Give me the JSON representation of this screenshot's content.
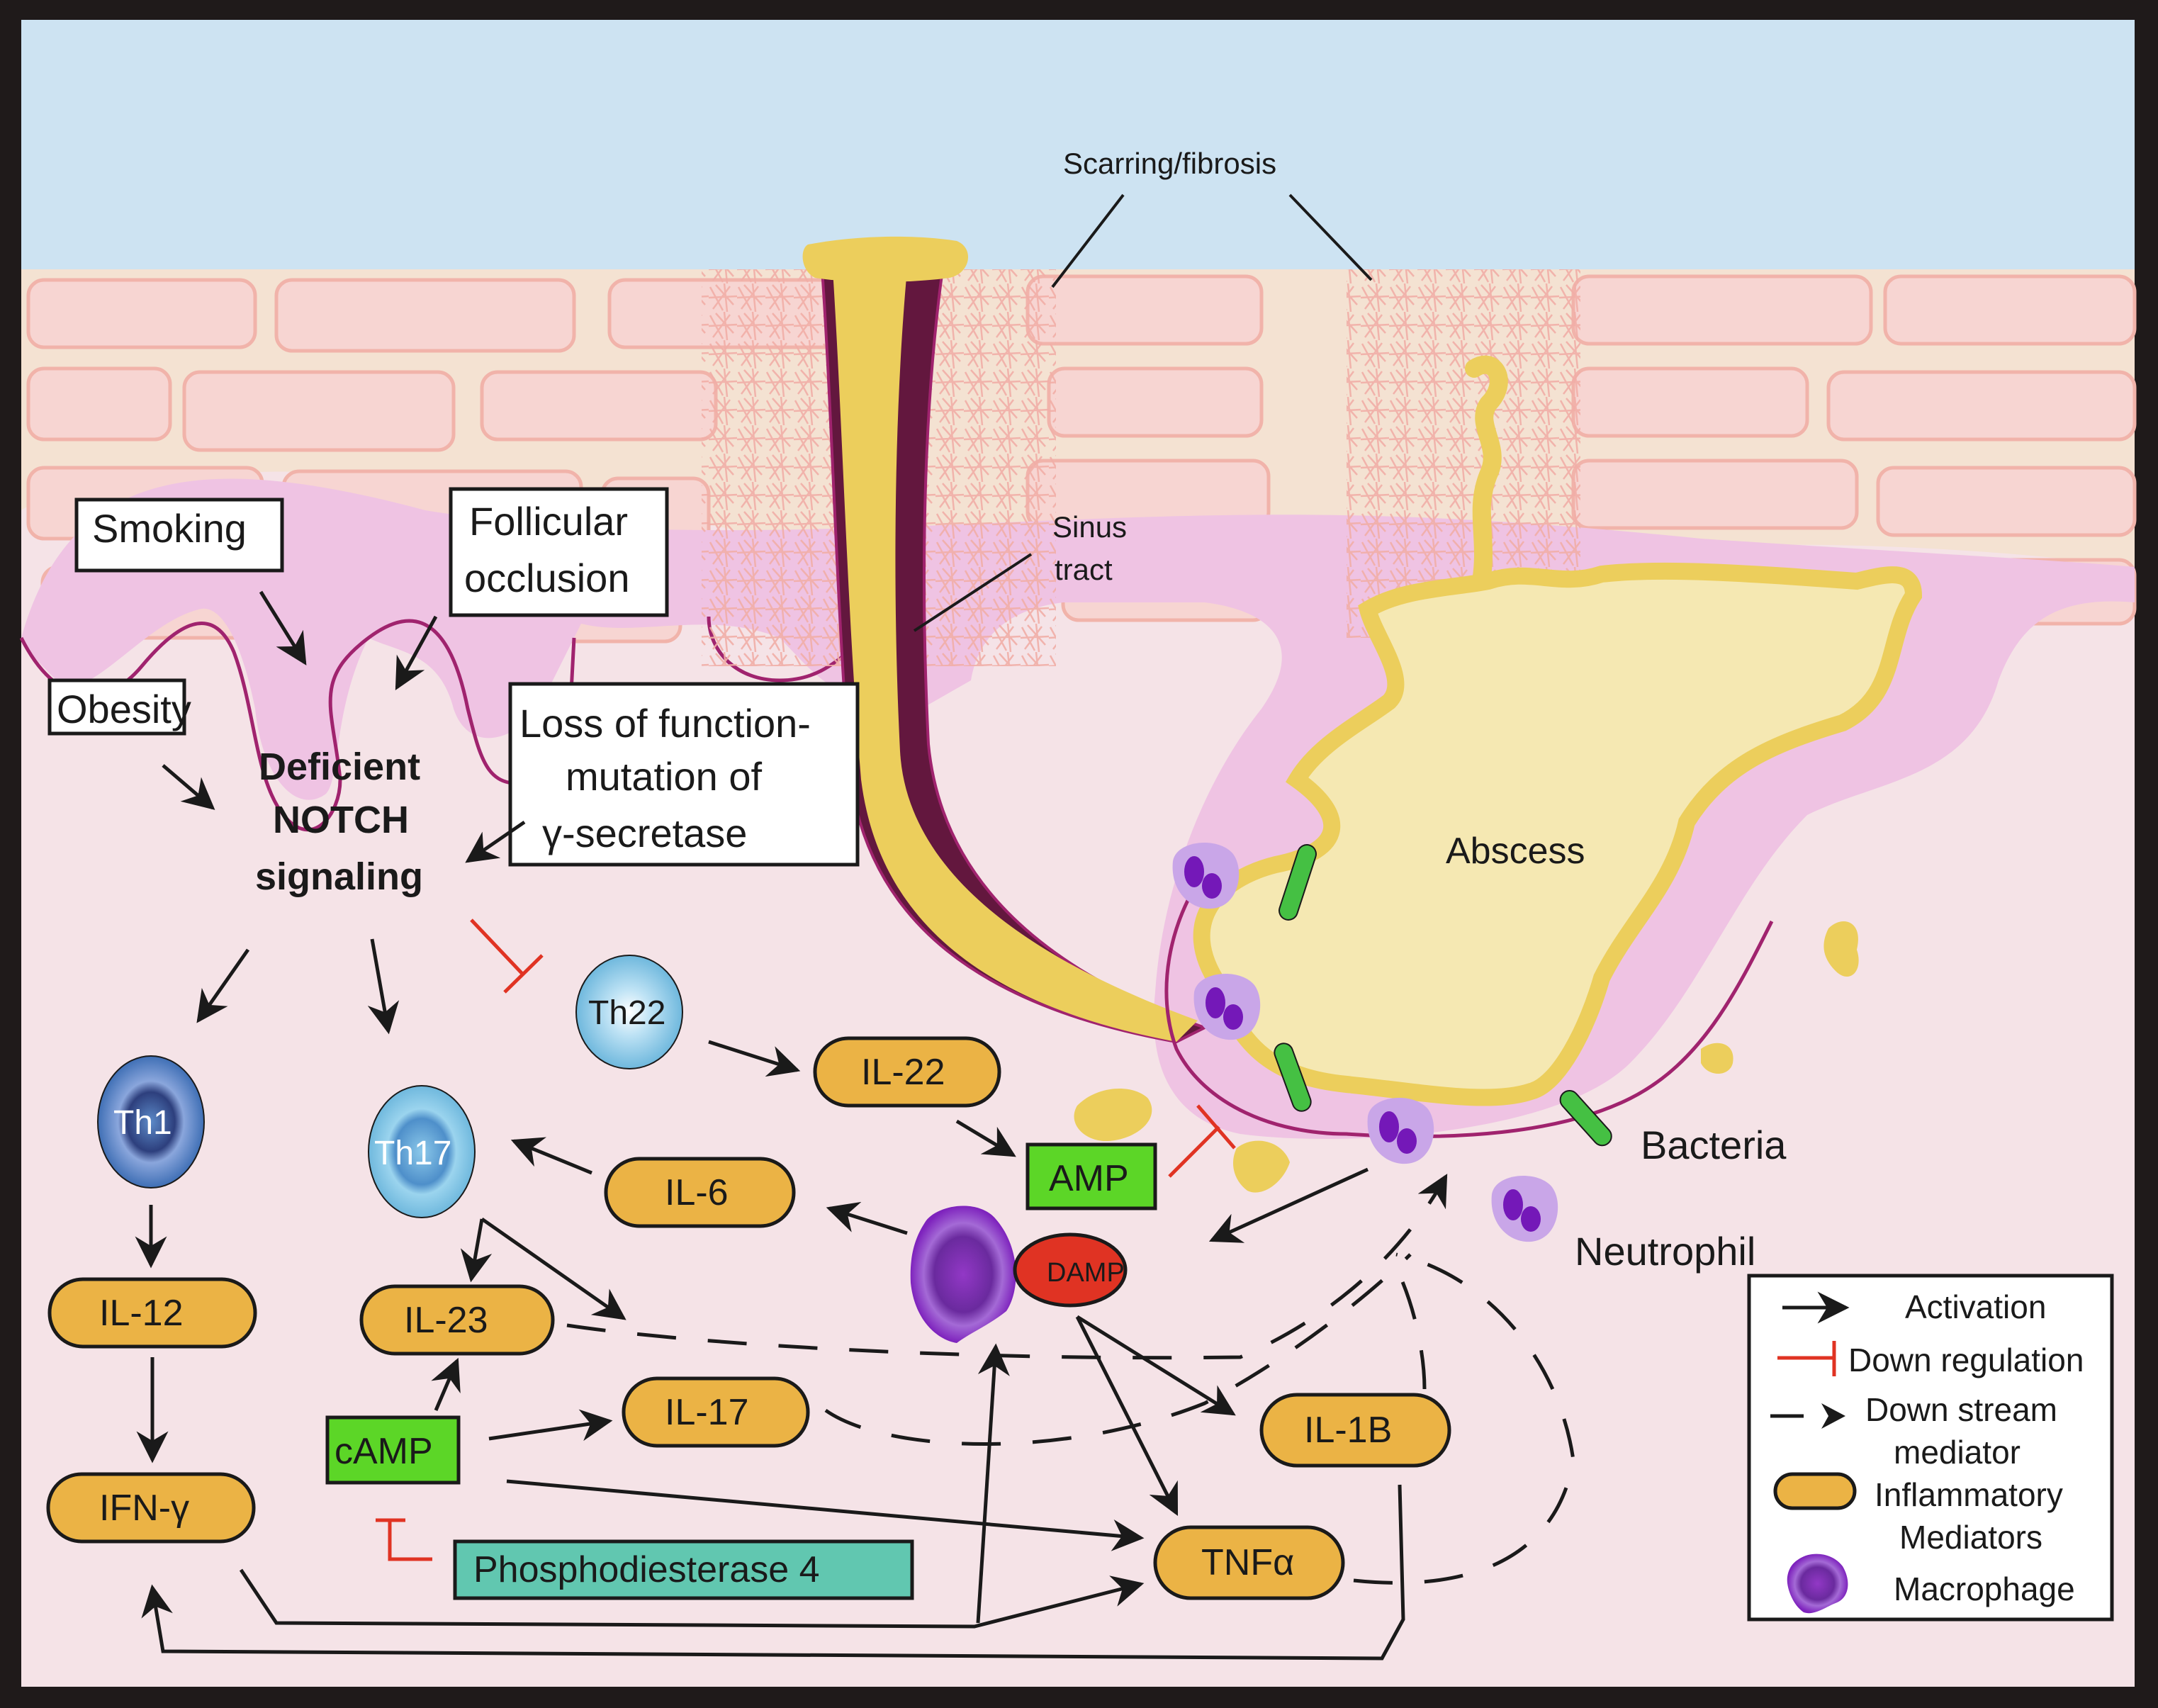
{
  "figure": {
    "type": "pathophysiology-diagram",
    "colors": {
      "frame": "#1f1a1a",
      "sky": "#cde3f2",
      "epidermis_bg": "#f4e2d2",
      "epidermis_cell": "#f7d5d2",
      "dermis_pink": "#efc3e3",
      "tissue_bg": "#f5e3e7",
      "membrane": "#a0236e",
      "pus_yellow": "#ecce5c",
      "pus_light": "#f5e8b2",
      "sinus_dark": "#63173e",
      "scar_brown": "#6b3f1a",
      "cytokine_fill": "#ebb345",
      "amp_green": "#5cd627",
      "pde4_teal": "#61c7b0",
      "damp_red": "#e03323",
      "macrophage_purple": "#7e23bd",
      "neutrophil_lilac": "#c9a6e8",
      "bacteria_green": "#45c043",
      "th1_blue": "#3f6fb5",
      "th17_blue": "#6fb8dd",
      "th22_blue": "#8ccbea",
      "inhibit_red": "#e03323"
    }
  },
  "anatomy_labels": {
    "scarring": "Scarring/fibrosis",
    "sinus_line1": "Sinus",
    "sinus_line2": "tract",
    "abscess": "Abscess",
    "bacteria": "Bacteria",
    "neutrophil": "Neutrophil"
  },
  "risk_factors": {
    "smoking": "Smoking",
    "follicular_line1": "Follicular",
    "follicular_line2": "occlusion",
    "obesity": "Obesity",
    "gamma_line1": "Loss of function-",
    "gamma_line2": "mutation of",
    "gamma_line3": "γ-secretase"
  },
  "central_node": {
    "line1": "Deficient",
    "line2": "NOTCH",
    "line3": "signaling"
  },
  "t_cells": {
    "th1": "Th1",
    "th17": "Th17",
    "th22": "Th22"
  },
  "cytokines": {
    "il12": "IL-12",
    "ifng": "IFN-γ",
    "il23": "IL-23",
    "il17": "IL-17",
    "il6": "IL-6",
    "il22": "IL-22",
    "il1b": "IL-1B",
    "tnfa": "TNFα"
  },
  "molecules": {
    "amp": "AMP",
    "camp": "cAMP",
    "damp": "DAMP",
    "pde4": "Phosphodiesterase 4"
  },
  "legend": {
    "activation": "Activation",
    "down_regulation": "Down regulation",
    "downstream_line1": "Down stream",
    "downstream_line2": "mediator",
    "inflammatory_line1": "Inflammatory",
    "inflammatory_line2": "Mediators",
    "macrophage": "Macrophage"
  },
  "relations": [
    {
      "from": "Smoking",
      "to": "Deficient NOTCH signaling",
      "type": "activation"
    },
    {
      "from": "Follicular occlusion",
      "to": "Deficient NOTCH signaling",
      "type": "activation"
    },
    {
      "from": "Obesity",
      "to": "Deficient NOTCH signaling",
      "type": "activation"
    },
    {
      "from": "Loss of function-mutation of γ-secretase",
      "to": "Deficient NOTCH signaling",
      "type": "activation"
    },
    {
      "from": "Deficient NOTCH signaling",
      "to": "Th1",
      "type": "activation"
    },
    {
      "from": "Deficient NOTCH signaling",
      "to": "Th17",
      "type": "activation"
    },
    {
      "from": "Deficient NOTCH signaling",
      "to": "Th22",
      "type": "down_regulation"
    },
    {
      "from": "Th1",
      "to": "IL-12",
      "type": "activation"
    },
    {
      "from": "IL-12",
      "to": "IFN-γ",
      "type": "activation"
    },
    {
      "from": "Th22",
      "to": "IL-22",
      "type": "activation"
    },
    {
      "from": "IL-22",
      "to": "AMP",
      "type": "activation"
    },
    {
      "from": "AMP",
      "to": "Bacteria",
      "type": "down_regulation"
    },
    {
      "from": "IL-6",
      "to": "Th17",
      "type": "activation"
    },
    {
      "from": "Macrophage",
      "to": "IL-6",
      "type": "activation"
    },
    {
      "from": "Th17",
      "to": "IL-23",
      "type": "activation"
    },
    {
      "from": "cAMP",
      "to": "IL-23",
      "type": "activation"
    },
    {
      "from": "cAMP",
      "to": "IL-17",
      "type": "activation"
    },
    {
      "from": "cAMP",
      "to": "TNFα",
      "type": "activation"
    },
    {
      "from": "Phosphodiesterase 4",
      "to": "cAMP",
      "type": "down_regulation"
    },
    {
      "from": "DAMP",
      "to": "IL-1B",
      "type": "activation"
    },
    {
      "from": "DAMP",
      "to": "TNFα",
      "type": "activation"
    },
    {
      "from": "Neutrophil",
      "to": "Macrophage",
      "type": "activation"
    },
    {
      "from": "IL-23",
      "to": "Abscess",
      "type": "downstream_mediator"
    },
    {
      "from": "IL-17",
      "to": "Abscess",
      "type": "downstream_mediator"
    },
    {
      "from": "IFN-γ",
      "to": "TNFα",
      "type": "activation"
    },
    {
      "from": "IL-1B",
      "to": "IFN-γ",
      "type": "activation"
    },
    {
      "from": "TNFα",
      "to": "Abscess",
      "type": "downstream_mediator"
    }
  ]
}
